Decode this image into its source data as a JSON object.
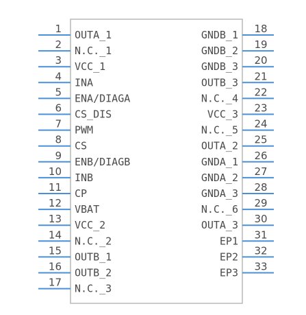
{
  "colors": {
    "body_stroke": "#b9b9b9",
    "pin_line": "#4a90d9",
    "text": "#4a4a4a"
  },
  "left_pins": [
    {
      "num": "1",
      "label": "OUTA_1"
    },
    {
      "num": "2",
      "label": "N.C._1"
    },
    {
      "num": "3",
      "label": "VCC_1"
    },
    {
      "num": "4",
      "label": "INA"
    },
    {
      "num": "5",
      "label": "ENA/DIAGA"
    },
    {
      "num": "6",
      "label": "CS_DIS"
    },
    {
      "num": "7",
      "label": "PWM"
    },
    {
      "num": "8",
      "label": "CS"
    },
    {
      "num": "9",
      "label": "ENB/DIAGB"
    },
    {
      "num": "10",
      "label": "INB"
    },
    {
      "num": "11",
      "label": "CP"
    },
    {
      "num": "12",
      "label": "VBAT"
    },
    {
      "num": "13",
      "label": "VCC_2"
    },
    {
      "num": "14",
      "label": "N.C._2"
    },
    {
      "num": "15",
      "label": "OUTB_1"
    },
    {
      "num": "16",
      "label": "OUTB_2"
    },
    {
      "num": "17",
      "label": "N.C._3"
    }
  ],
  "right_pins": [
    {
      "num": "18",
      "label": "GNDB_1"
    },
    {
      "num": "19",
      "label": "GNDB_2"
    },
    {
      "num": "20",
      "label": "GNDB_3"
    },
    {
      "num": "21",
      "label": "OUTB_3"
    },
    {
      "num": "22",
      "label": "N.C._4"
    },
    {
      "num": "23",
      "label": "VCC_3"
    },
    {
      "num": "24",
      "label": "N.C._5"
    },
    {
      "num": "25",
      "label": "OUTA_2"
    },
    {
      "num": "26",
      "label": "GNDA_1"
    },
    {
      "num": "27",
      "label": "GNDA_2"
    },
    {
      "num": "28",
      "label": "GNDA_3"
    },
    {
      "num": "29",
      "label": "N.C._6"
    },
    {
      "num": "30",
      "label": "OUTA_3"
    },
    {
      "num": "31",
      "label": "EP1"
    },
    {
      "num": "32",
      "label": "EP2"
    },
    {
      "num": "33",
      "label": "EP3"
    }
  ]
}
